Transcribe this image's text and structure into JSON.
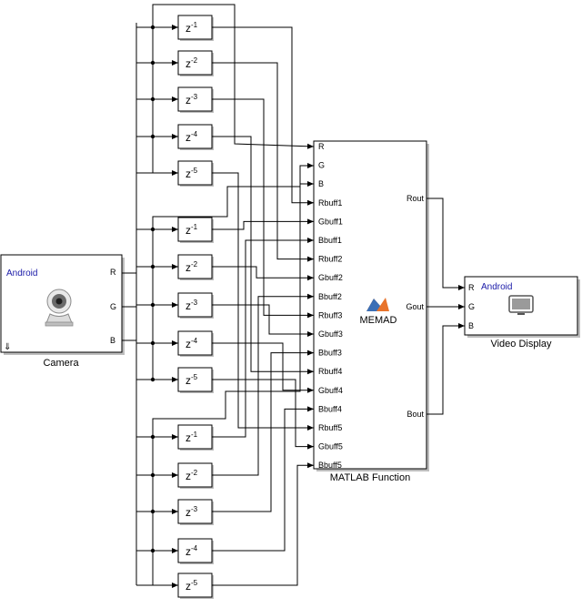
{
  "camera": {
    "badge": "Android",
    "ports": [
      "R",
      "G",
      "B"
    ],
    "label": "Camera"
  },
  "delays": [
    {
      "base": "Z",
      "exp": "-1"
    },
    {
      "base": "Z",
      "exp": "-2"
    },
    {
      "base": "Z",
      "exp": "-3"
    },
    {
      "base": "Z",
      "exp": "-4"
    },
    {
      "base": "Z",
      "exp": "-5"
    }
  ],
  "matlab": {
    "inputs": [
      "R",
      "G",
      "B",
      "Rbuff1",
      "Gbuff1",
      "Bbuff1",
      "Rbuff2",
      "Gbuff2",
      "Bbuff2",
      "Rbuff3",
      "Gbuff3",
      "Bbuff3",
      "Rbuff4",
      "Gbuff4",
      "Bbuff4",
      "Rbuff5",
      "Gbuff5",
      "Bbuff5"
    ],
    "outputs": [
      "Rout",
      "Gout",
      "Bout"
    ],
    "center_label": "MEMAD",
    "label": "MATLAB Function"
  },
  "display": {
    "badge": "Android",
    "ports": [
      "R",
      "G",
      "B"
    ],
    "label": "Video Display"
  }
}
